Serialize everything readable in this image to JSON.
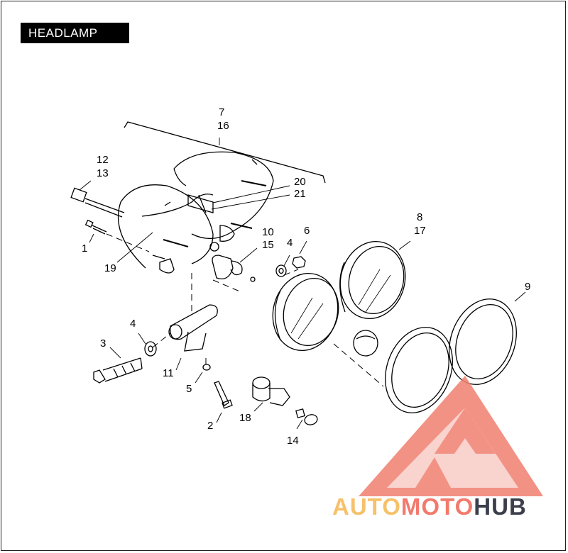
{
  "title": "HEADLAMP",
  "callouts": {
    "c7": "7",
    "c16": "16",
    "c12": "12",
    "c13": "13",
    "c20": "20",
    "c21": "21",
    "c1": "1",
    "c19": "19",
    "c10": "10",
    "c15": "15",
    "c4a": "4",
    "c6": "6",
    "c8": "8",
    "c17": "17",
    "c9": "9",
    "c3": "3",
    "c4b": "4",
    "c11": "11",
    "c5": "5",
    "c2": "2",
    "c18": "18",
    "c14": "14"
  },
  "watermark": {
    "part1": "AUTO",
    "part2": "MOTO",
    "part3": "HUB",
    "colors": {
      "auto": "#f6c16a",
      "moto": "#f27a6d",
      "hub": "#3b3f4c",
      "logo": "#f08070"
    }
  }
}
